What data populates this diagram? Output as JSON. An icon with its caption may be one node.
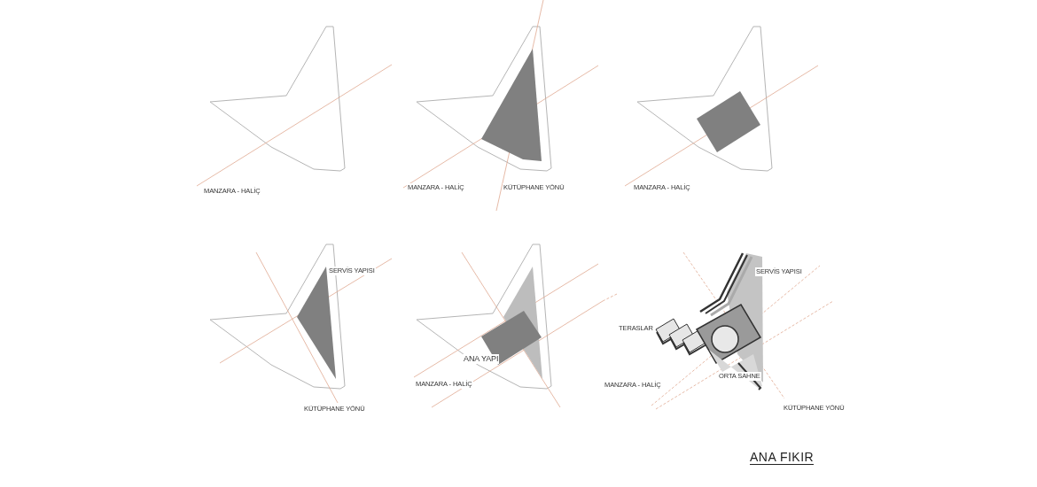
{
  "diagram": {
    "title": "ANA FIKIR",
    "labels": [
      "MANZARA - HALİÇ",
      "MANZARA - HALİÇ",
      "KÜTÜPHANE YÖNÜ",
      "MANZARA - HALİÇ",
      "SERVİS YAPISI",
      "KÜTÜPHANE YÖNÜ",
      "ANA YAPI",
      "MANZARA - HALİÇ",
      "SERVİS YAPISI",
      "TERASLAR",
      "MANZARA - HALİÇ",
      "ORTA SAHNE",
      "KÜTÜPHANE YÖNÜ"
    ]
  }
}
